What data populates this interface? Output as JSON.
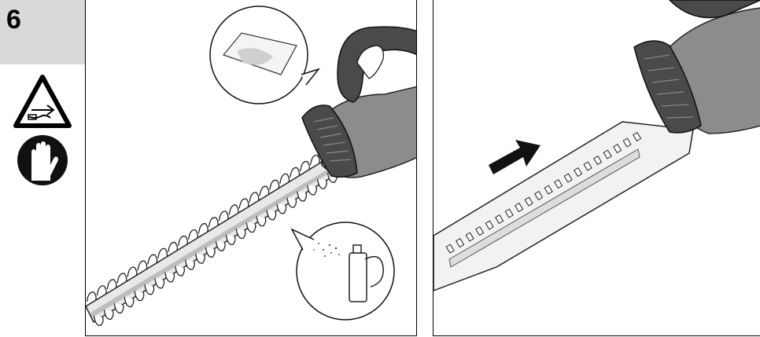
{
  "step": {
    "number": "6"
  },
  "icons": {
    "warning": "warning-triangle-blade-icon",
    "gloves": "wear-gloves-icon"
  },
  "panels": [
    {
      "name": "cleaning-panel",
      "callouts": [
        "cloth-icon",
        "spray-can-icon"
      ]
    },
    {
      "name": "blade-cover-panel",
      "callouts": [
        "arrow-icon"
      ]
    }
  ],
  "colors": {
    "step_box": "#d9d9d9",
    "tool_dark": "#3a3a3a",
    "tool_mid": "#8c8c8c",
    "blade": "#d6d6d6"
  }
}
